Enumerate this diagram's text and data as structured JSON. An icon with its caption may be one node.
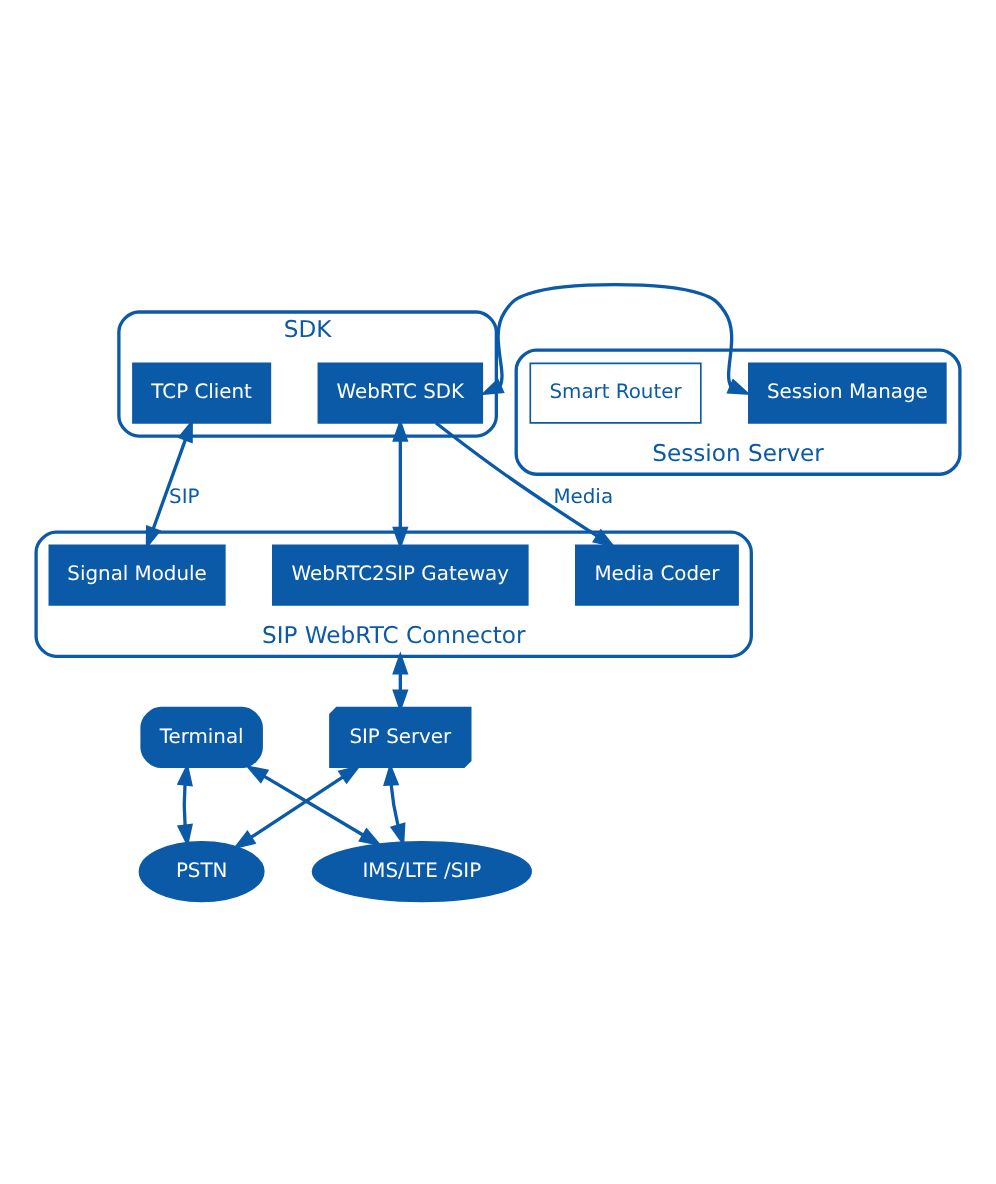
{
  "diagram": {
    "nodes": [
      {
        "text": [
          "SDK"
        ]
      },
      {
        "text": [
          "TCP Client"
        ],
        "in": 0
      },
      {
        "text": [
          "WebRTC SDK"
        ],
        "in": 0
      },
      {
        "text": [
          "Session Server"
        ]
      },
      {
        "text": [
          "Session Manage"
        ],
        "in": 3
      },
      {
        "text": [
          "Smart Router"
        ],
        "in": 3
      },
      {
        "text": [
          "SIP WebRTC Connector"
        ]
      },
      {
        "text": [
          "Signal Module"
        ],
        "in": 6
      },
      {
        "text": [
          "WebRTC2SIP Gateway"
        ],
        "in": 6
      },
      {
        "text": [
          "Media Coder"
        ],
        "in": 6
      },
      {
        "text": [
          "SIP Server"
        ]
      },
      {
        "text": [
          "PSTN"
        ]
      },
      {
        "text": [
          "IMS/LTE /SIP"
        ]
      },
      {
        "text": [
          "Terminal"
        ]
      }
    ],
    "edges": [
      {
        "from": 2,
        "to": 4,
        "arrow": "both"
      },
      {
        "from": 1,
        "to": 7,
        "arrow": "both",
        "label": "SIP"
      },
      {
        "from": 2,
        "to": 8,
        "arrow": "both"
      },
      {
        "from": 2,
        "to": 9,
        "arrow": "to",
        "label": "Media"
      },
      {
        "from": 6,
        "to": 10,
        "arrow": "both"
      },
      {
        "from": 10,
        "to": 11,
        "arrow": "both"
      },
      {
        "from": 10,
        "to": 12,
        "arrow": "both"
      },
      {
        "from": 13,
        "to": 11,
        "arrow": "both"
      },
      {
        "from": 13,
        "to": 12,
        "arrow": "both"
      }
    ]
  }
}
